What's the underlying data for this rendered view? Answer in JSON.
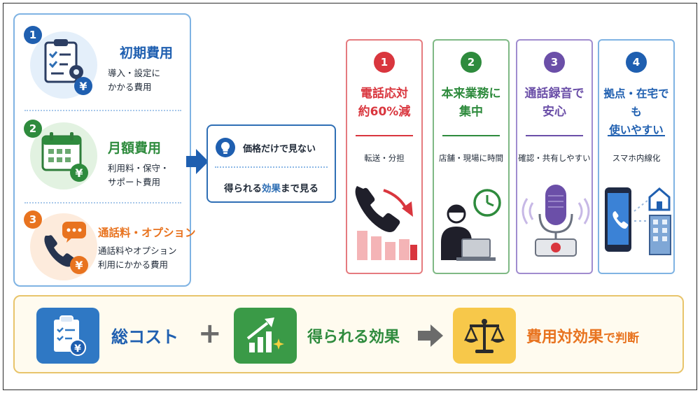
{
  "costs": [
    {
      "number": "1",
      "title": "初期費用",
      "desc": "導入・設定に\nかかる費用",
      "color": "#1f5fb0"
    },
    {
      "number": "2",
      "title": "月額費用",
      "desc": "利用料・保守・\nサポート費用",
      "color": "#2e8b3d"
    },
    {
      "number": "3",
      "title": "通話料・オプション",
      "desc": "通話料やオプション\n利用にかかる費用",
      "color": "#e8731f"
    }
  ],
  "callout": {
    "top_text": "価格だけで見ない",
    "bottom_pre": "得られる",
    "bottom_highlight": "効果",
    "bottom_post": "まで見る"
  },
  "benefits": [
    {
      "number": "1",
      "title": "電話応対\n約60%減",
      "sub": "転送・分担",
      "color": "#d9363e"
    },
    {
      "number": "2",
      "title": "本来業務に\n集中",
      "sub": "店舗・現場に時間",
      "color": "#2e8b3d"
    },
    {
      "number": "3",
      "title": "通話録音で\n安心",
      "sub": "確認・共有しやすい",
      "color": "#6b4fa8"
    },
    {
      "number": "4",
      "title": "拠点・在宅でも\n使いやすい",
      "sub": "スマホ内線化",
      "color": "#1f5fb0"
    }
  ],
  "summary": {
    "total_cost": "総コスト",
    "plus": "+",
    "effect": "得られる効果",
    "judgement_main": "費用対効果",
    "judgement_tail": "で判断"
  }
}
